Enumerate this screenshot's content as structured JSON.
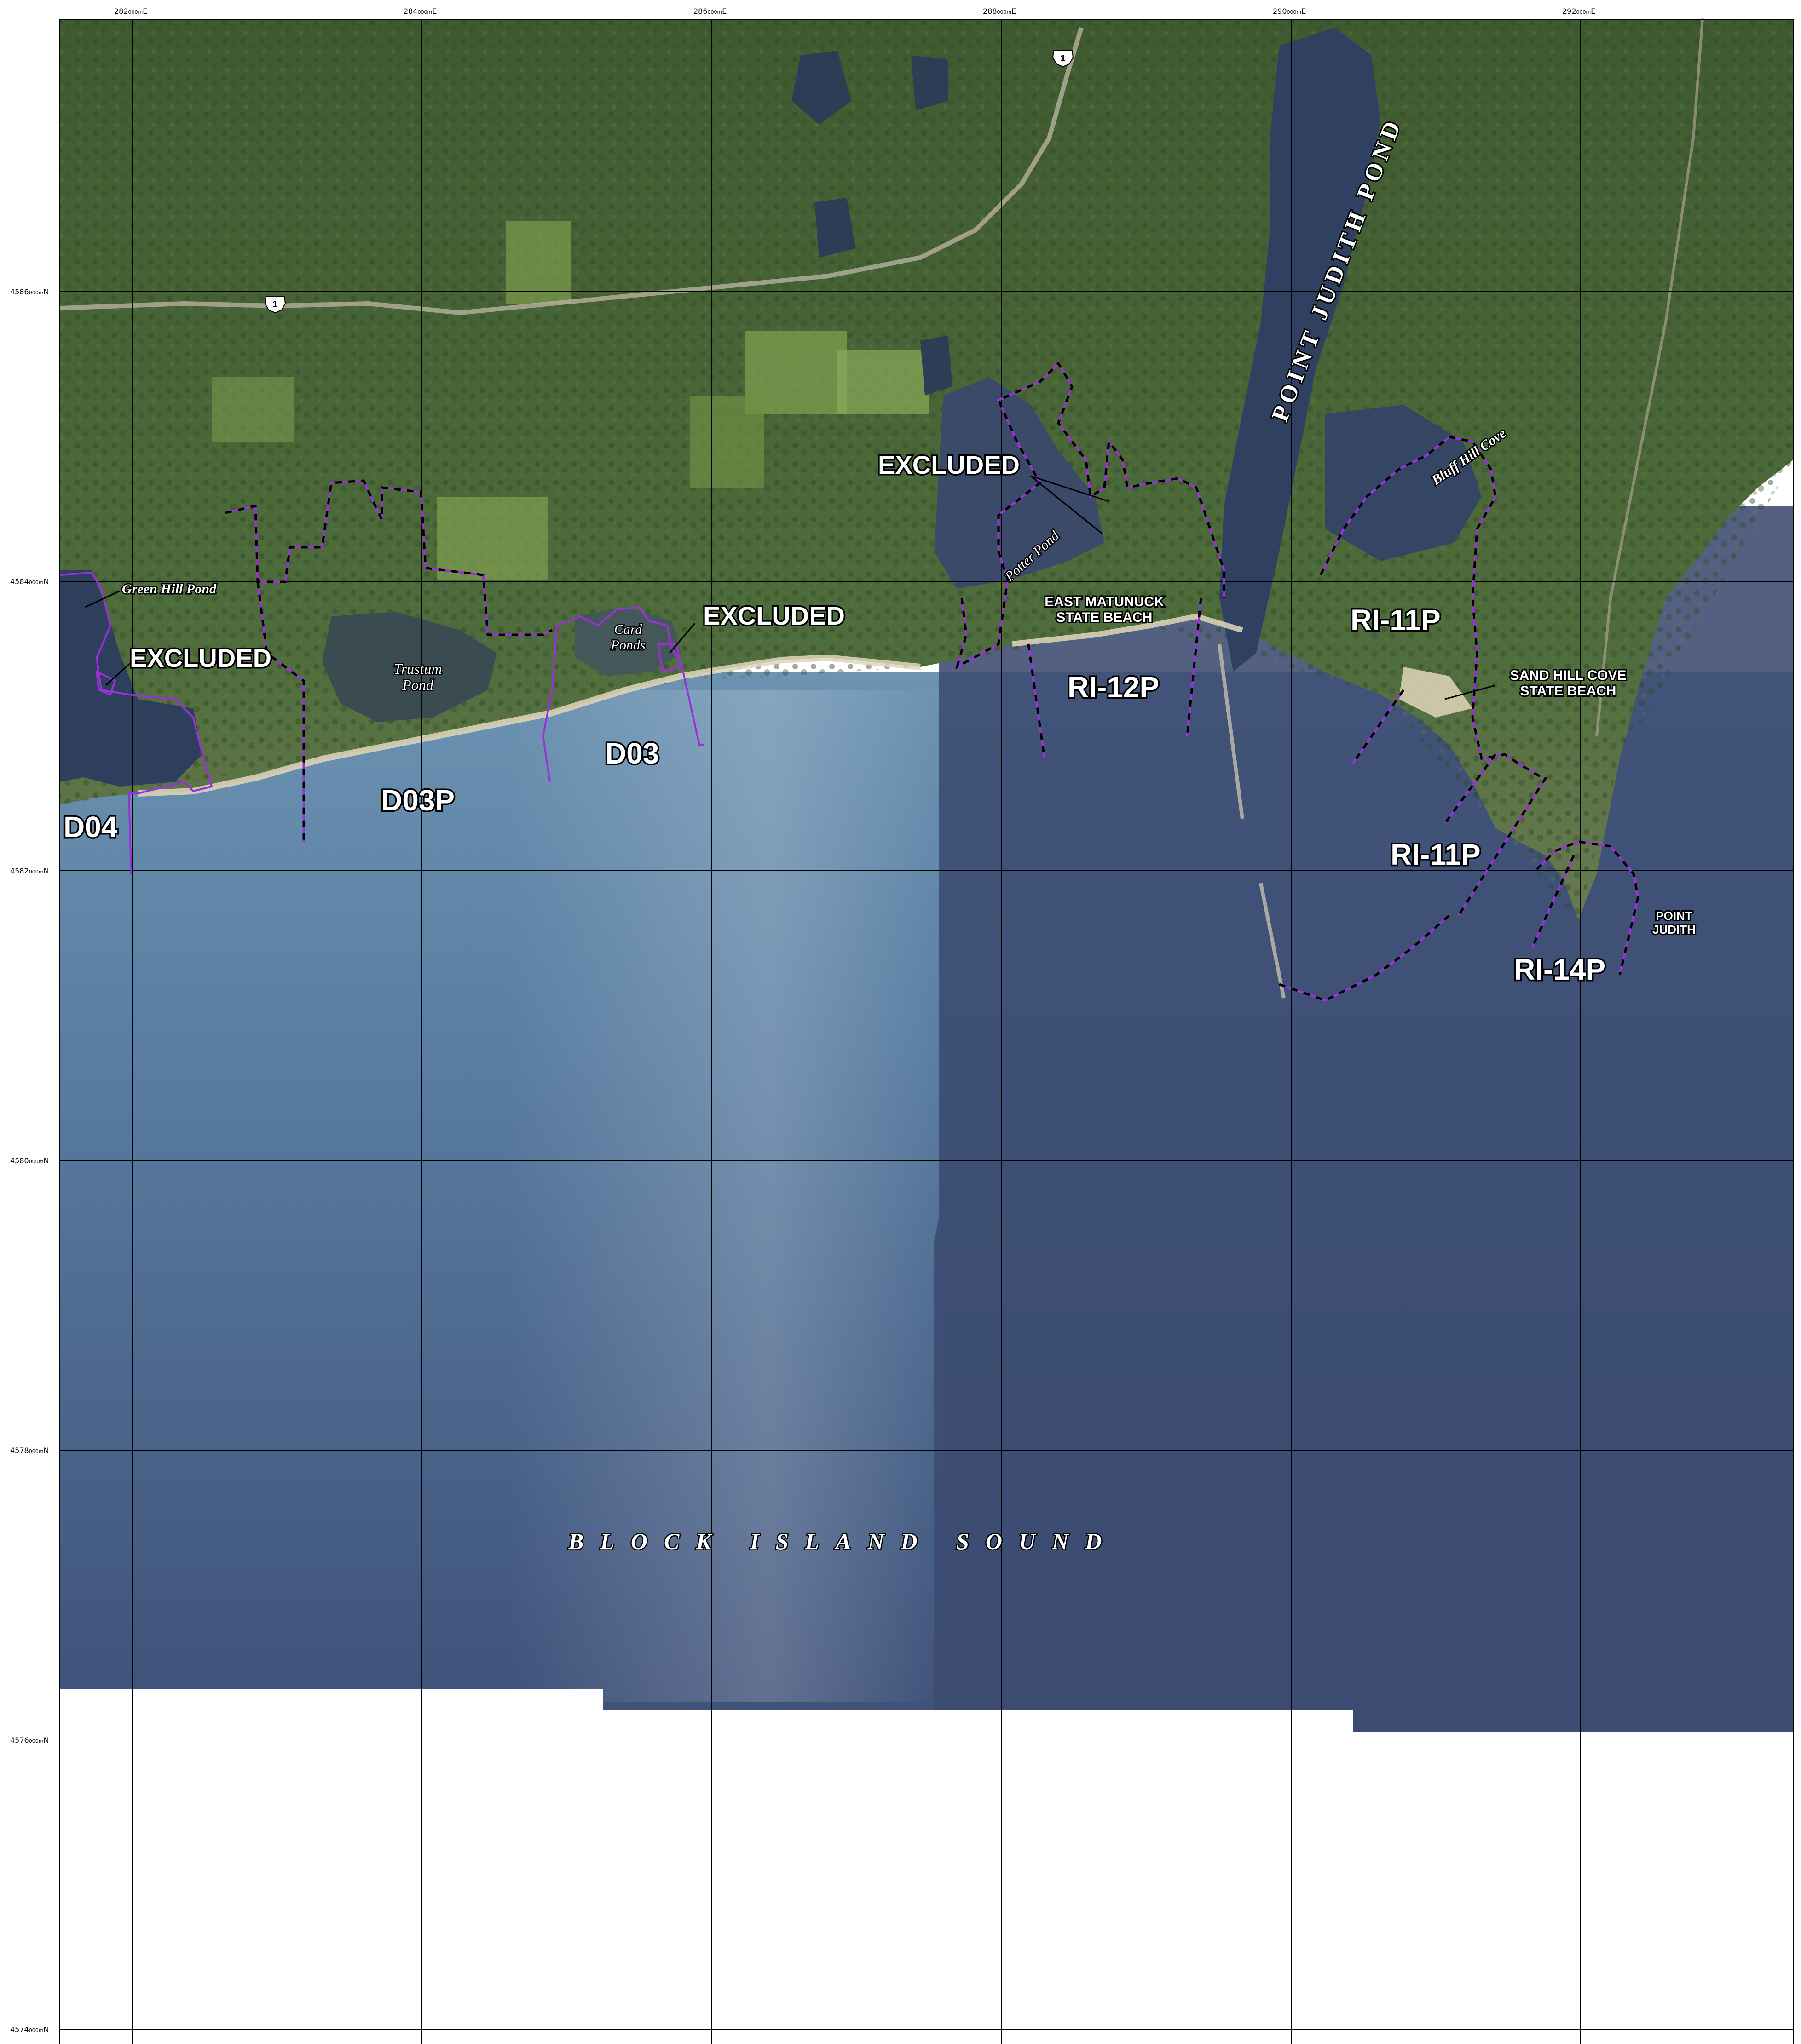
{
  "grid": {
    "easting_labels": [
      {
        "main": "282",
        "sub": "000m",
        "suffix": "E"
      },
      {
        "main": "284",
        "sub": "000m",
        "suffix": "E"
      },
      {
        "main": "286",
        "sub": "000m",
        "suffix": "E"
      },
      {
        "main": "288",
        "sub": "000m",
        "suffix": "E"
      },
      {
        "main": "290",
        "sub": "000m",
        "suffix": "E"
      },
      {
        "main": "292",
        "sub": "000m",
        "suffix": "E"
      }
    ],
    "northing_labels": [
      {
        "main": "4586",
        "sub": "000m",
        "suffix": "N"
      },
      {
        "main": "4584",
        "sub": "000m",
        "suffix": "N"
      },
      {
        "main": "4582",
        "sub": "000m",
        "suffix": "N"
      },
      {
        "main": "4580",
        "sub": "000m",
        "suffix": "N"
      },
      {
        "main": "4578",
        "sub": "000m",
        "suffix": "N"
      },
      {
        "main": "4576",
        "sub": "000m",
        "suffix": "N"
      },
      {
        "main": "4574",
        "sub": "000m",
        "suffix": "N"
      }
    ]
  },
  "highway_shields": [
    {
      "number": "1"
    },
    {
      "number": "1"
    }
  ],
  "zone_labels": {
    "d04": "D04",
    "d03p": "D03P",
    "d03": "D03",
    "excluded_west": "EXCLUDED",
    "excluded_card": "EXCLUDED",
    "excluded_potter": "EXCLUDED",
    "ri12p": "RI-12P",
    "ri11p_north": "RI-11P",
    "ri11p_south": "RI-11P",
    "ri14p": "RI-14P"
  },
  "place_labels": {
    "green_hill_pond": "Green Hill Pond",
    "trustum_pond_1": "Trustum",
    "trustum_pond_2": "Pond",
    "card_ponds_1": "Card",
    "card_ponds_2": "Ponds",
    "potter_pond": "Potter  Pond",
    "east_matunuck_1": "EAST MATUNUCK",
    "east_matunuck_2": "STATE BEACH",
    "point_judith_pond": "POINT JUDITH POND",
    "bluff_hill_cove": "Bluff Hill  Cove",
    "sand_hill_cove_1": "SAND HILL COVE",
    "sand_hill_cove_2": "STATE BEACH",
    "point_judith_1": "POINT",
    "point_judith_2": "JUDITH",
    "block_island_sound": "BLOCK ISLAND SOUND"
  },
  "colors": {
    "boundary_purple": "#9b30d9",
    "boundary_dash": "#000000",
    "grid_line": "#000000",
    "land_green": "#4b6a3a",
    "water_near": "#5f86a8",
    "water_far": "#3e4f74",
    "water_dark": "#2f3d60",
    "beach": "#d8cfb4"
  }
}
